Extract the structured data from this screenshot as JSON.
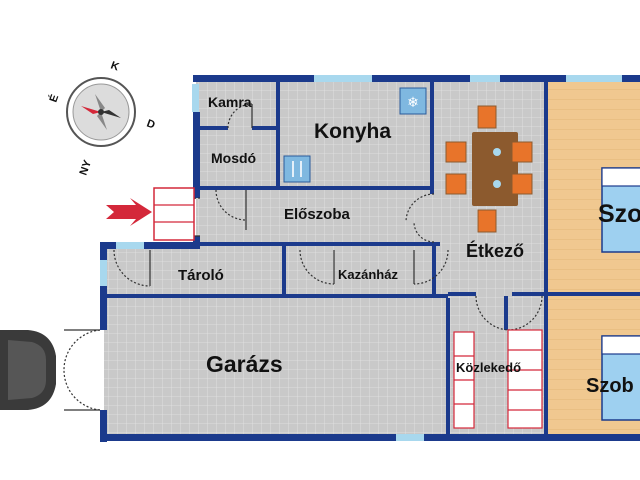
{
  "compass": {
    "north_letter": "É",
    "east_letter": "K",
    "south_letter": "D",
    "west_letter": "NY"
  },
  "rooms": {
    "kamra": "Kamra",
    "konyha": "Konyha",
    "mosdo": "Mosdó",
    "eloszoba": "Előszoba",
    "etkezo": "Étkező",
    "tarolo": "Tároló",
    "kazanhaz": "Kazánház",
    "garazs": "Garázs",
    "kozlekedo": "Közlekedő",
    "szoba_top": "Szo",
    "szoba_bottom": "Szob"
  },
  "colors": {
    "wall": "#1b3a8c",
    "tile_fill": "#c9c9c9",
    "tile_line": "#e6e6e6",
    "wood": "#f0c890",
    "window": "#a8d8ee",
    "entrance_arrow": "#d4283a",
    "chair": "#e8742a",
    "table": "#8c5a2e",
    "bed_blanket": "#9ed0f0",
    "car": "#3a3a3a"
  }
}
